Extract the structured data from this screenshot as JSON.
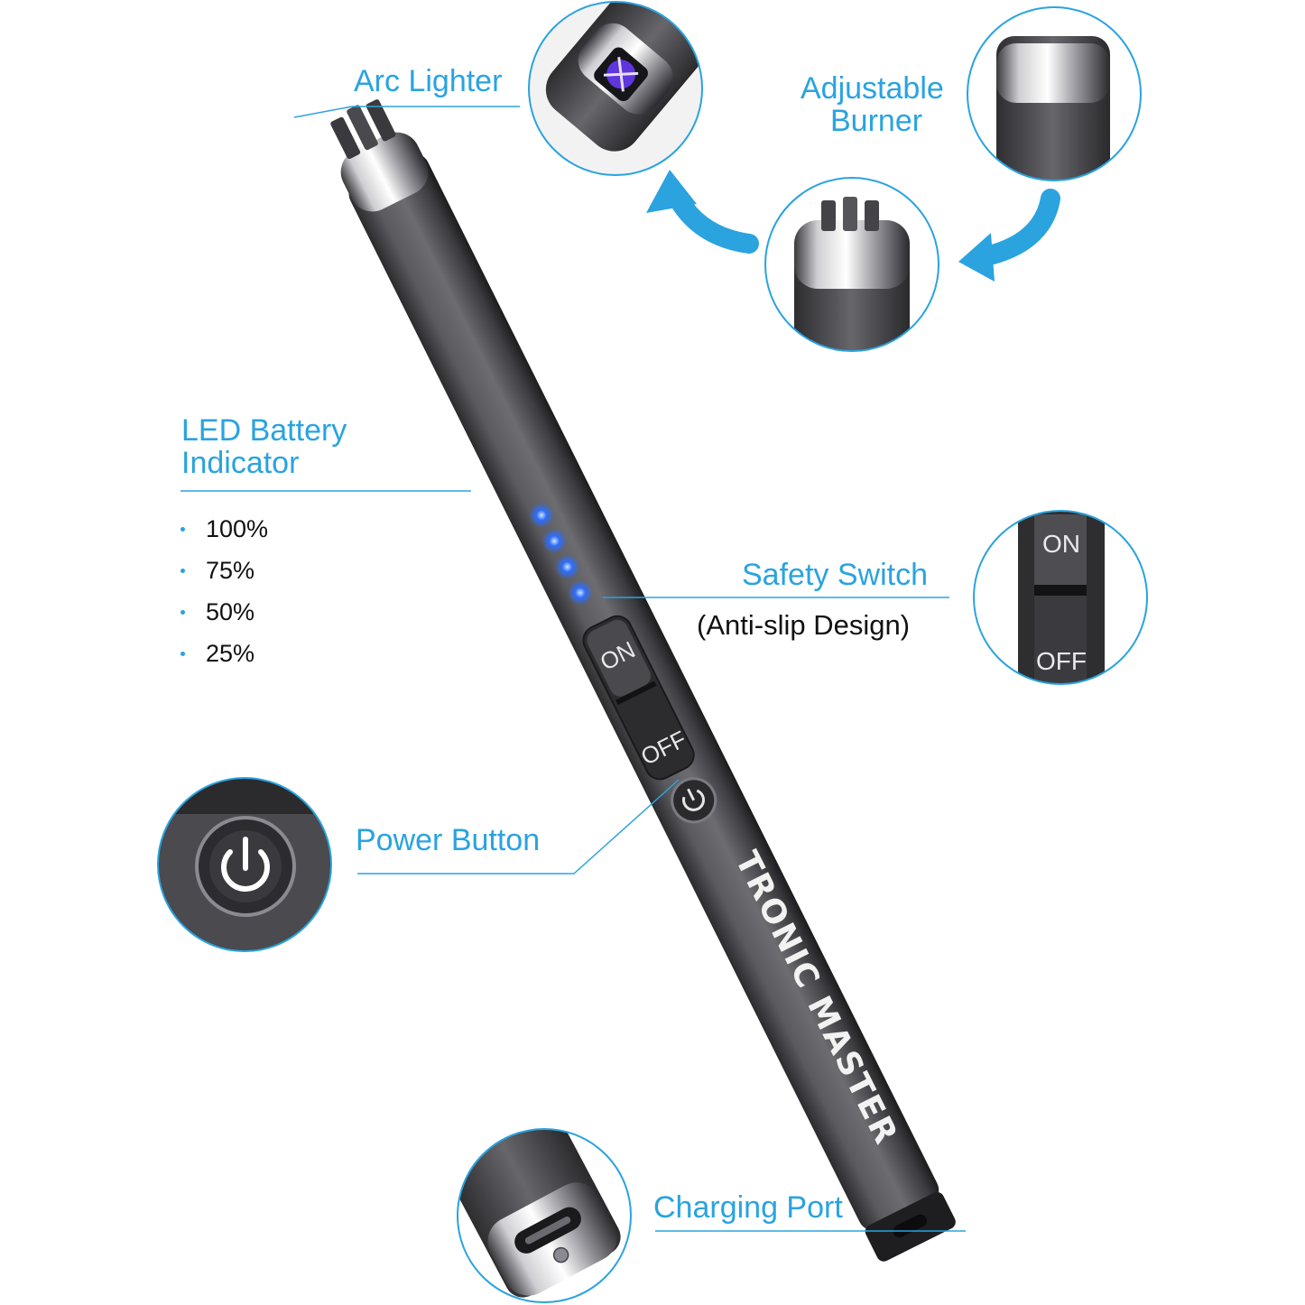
{
  "accent_color": "#2aa3df",
  "callouts": {
    "arc_lighter": "Arc Lighter",
    "adjustable_burner_line1": "Adjustable",
    "adjustable_burner_line2": "Burner",
    "led_battery_line1": "LED Battery",
    "led_battery_line2": "Indicator",
    "safety_switch": "Safety Switch",
    "safety_switch_note": "(Anti-slip Design)",
    "power_button": "Power Button",
    "charging_port": "Charging Port"
  },
  "battery_levels": [
    "100%",
    "75%",
    "50%",
    "25%"
  ],
  "switch": {
    "on_label": "ON",
    "off_label": "OFF"
  },
  "brand": "TRONIC MASTER",
  "icons": {
    "arrow_left": "curved-arrow-left-icon",
    "arrow_down": "curved-arrow-down-left-icon",
    "power": "power-icon",
    "usb_c": "usb-c-port-icon"
  }
}
